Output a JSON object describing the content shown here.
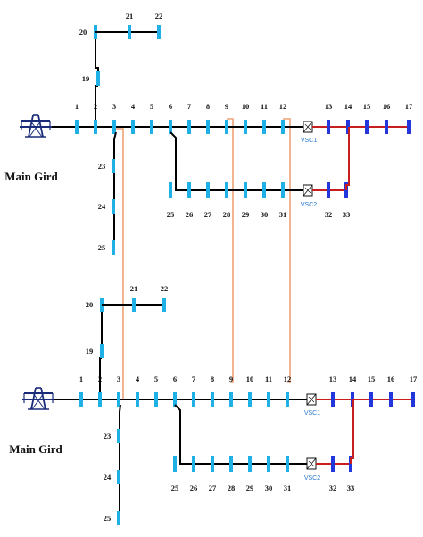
{
  "colors": {
    "bus_ac": "#1fb0e6",
    "bus_dc": "#2236d9",
    "line_ac": "#000000",
    "line_dc": "#c81e1e",
    "tie_line": "#f0a276",
    "tower": "#1a2b7a",
    "vsc_label": "#2a7ad3"
  },
  "networks": [
    {
      "grid_label": "Main Gird",
      "main_feeder_labels": [
        "1",
        "2",
        "3",
        "4",
        "5",
        "6",
        "7",
        "8",
        "9",
        "10",
        "11",
        "12"
      ],
      "dc_labels": [
        "13",
        "14",
        "15",
        "16",
        "17"
      ],
      "lateral_19_20_labels": [
        "19",
        "20"
      ],
      "lateral_21_22_labels": [
        "21",
        "22"
      ],
      "lateral_23_25_labels": [
        "23",
        "24",
        "25"
      ],
      "lateral_25_31_labels": [
        "25",
        "26",
        "27",
        "28",
        "29",
        "30",
        "31"
      ],
      "vsc2_dc_labels": [
        "32",
        "33"
      ],
      "vsc1_label": "VSC1",
      "vsc2_label": "VSC2"
    },
    {
      "grid_label": "Main Gird",
      "main_feeder_labels": [
        "1",
        "2",
        "3",
        "4",
        "5",
        "6",
        "7",
        "8",
        "9",
        "10",
        "11",
        "12"
      ],
      "dc_labels": [
        "13",
        "14",
        "15",
        "16",
        "17"
      ],
      "lateral_19_20_labels": [
        "19",
        "20"
      ],
      "lateral_21_22_labels": [
        "21",
        "22"
      ],
      "lateral_23_25_labels": [
        "23",
        "24",
        "25"
      ],
      "lateral_25_31_labels": [
        "25",
        "26",
        "27",
        "28",
        "29",
        "30",
        "31"
      ],
      "vsc2_dc_labels": [
        "32",
        "33"
      ],
      "vsc1_label": "VSC1",
      "vsc2_label": "VSC2"
    }
  ]
}
